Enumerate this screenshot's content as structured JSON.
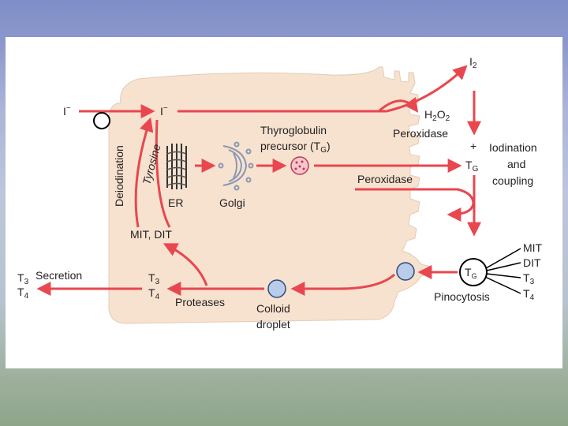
{
  "diagram": {
    "ion_in_left": "I",
    "ion_in_right": "I",
    "ion_sign": "−",
    "deiodination": "Deiodination",
    "tyrosine": "Tyrosine",
    "er": "ER",
    "golgi": "Golgi",
    "tg_precursor_line1": "Thyroglobulin",
    "tg_precursor_line2": "precursor (T",
    "tg_sub": "G",
    "tg_close": ")",
    "i2_main": "I",
    "i2_sub": "2",
    "h2o2_h": "H",
    "h2o2_2a": "2",
    "h2o2_o": "O",
    "h2o2_2b": "2",
    "peroxidase_top": "Peroxidase",
    "plus": "+",
    "tg_main": "T",
    "tg_main_sub": "G",
    "iodination_line1": "Iodination",
    "iodination_line2": "and",
    "iodination_line3": "coupling",
    "peroxidase_mid": "Peroxidase",
    "mit_dit": "MIT, DIT",
    "secretion": "Secretion",
    "t3_left": "T",
    "t3_left_sub": "3",
    "t4_left": "T",
    "t4_left_sub": "4",
    "t3_mid": "T",
    "t3_mid_sub": "3",
    "t4_mid": "T",
    "t4_mid_sub": "4",
    "proteases": "Proteases",
    "colloid_line1": "Colloid",
    "colloid_line2": "droplet",
    "tg_circle": "T",
    "tg_circle_sub": "G",
    "pinocytosis": "Pinocytosis",
    "mit_right": "MIT",
    "dit_right": "DIT",
    "t3_right": "T",
    "t3_right_sub": "3",
    "t4_right": "T",
    "t4_right_sub": "4"
  },
  "colors": {
    "cell": "#f7e2cf",
    "arrow": "#e8474f",
    "vesicle": "#b9cdea",
    "vesicle_stroke": "#2d4a7a"
  }
}
